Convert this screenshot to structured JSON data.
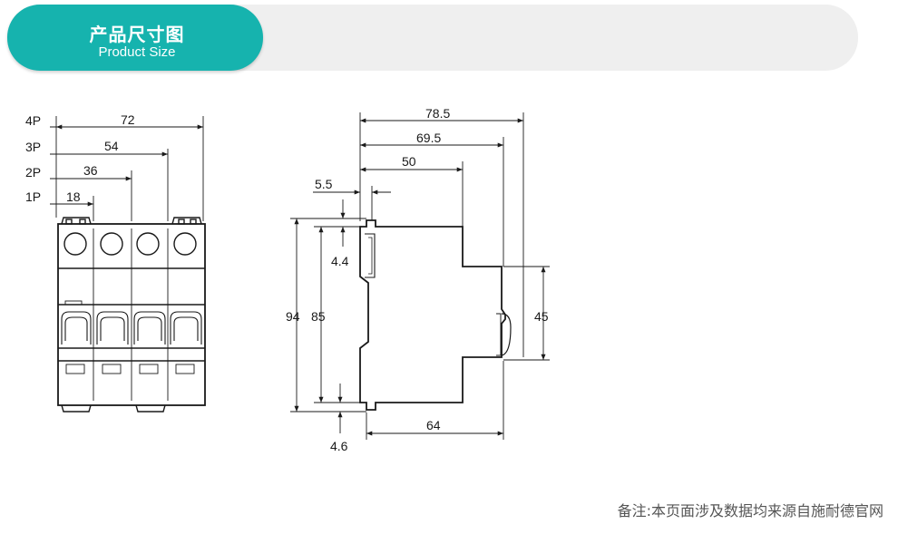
{
  "header": {
    "title_cn": "产品尺寸图",
    "title_en": "Product Size"
  },
  "front_view": {
    "pole_labels": [
      "4P",
      "3P",
      "2P",
      "1P"
    ],
    "width_dims": [
      "72",
      "54",
      "36",
      "18"
    ]
  },
  "side_view": {
    "depth_dims": [
      "78.5",
      "69.5",
      "50",
      "5.5"
    ],
    "height_dims": [
      "94",
      "85",
      "45"
    ],
    "offset_dims": [
      "4.4",
      "4.6"
    ],
    "base_dim": "64"
  },
  "footnote": "备注:本页面涉及数据均来源自施耐德官网",
  "colors": {
    "accent": "#16b3ae",
    "header_bg": "#efefef",
    "line": "#1a1a1a"
  }
}
